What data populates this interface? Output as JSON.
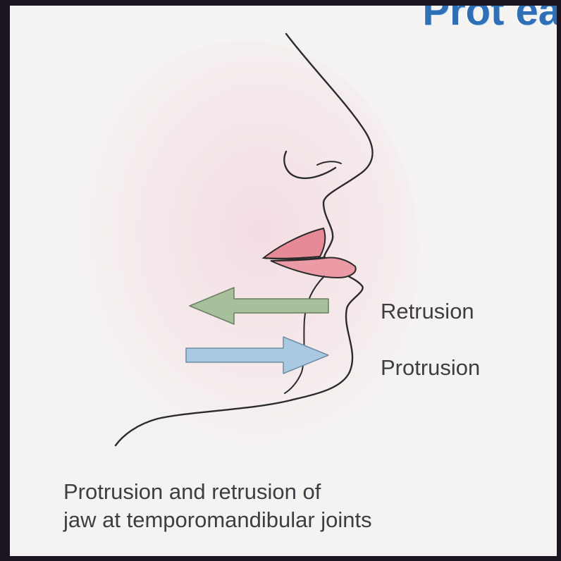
{
  "labels": {
    "retrusion": "Retrusion",
    "protrusion": "Protrusion"
  },
  "caption": {
    "line1": "Protrusion and retrusion of",
    "line2": "jaw at temporomandibular joints"
  },
  "header_fragment": "Prot ea",
  "arrows": [
    {
      "name": "retrusion-arrow",
      "direction": "left",
      "color": "#a7bf9a"
    },
    {
      "name": "protrusion-arrow",
      "direction": "right",
      "color": "#a9c8e1"
    }
  ],
  "colors": {
    "outline": "#2b2b2b",
    "lip": "#e58a96",
    "skin_tint": "#f1d6dd",
    "text": "#3f3d44",
    "header": "#2f6fb6"
  }
}
